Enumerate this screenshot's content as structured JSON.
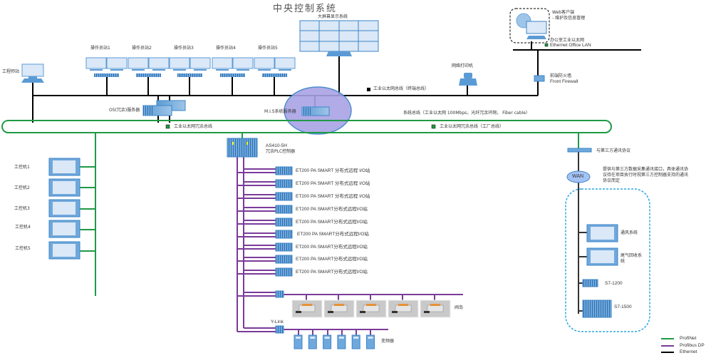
{
  "title": "中央控制系统",
  "colors": {
    "profinet": "#1f9a45",
    "profibus": "#7b3b9a",
    "ethernet": "#000000",
    "device_fill": "#6fa8dc",
    "device_light": "#dbe8f7",
    "device_stroke": "#3d85c6",
    "mis_highlight": "#a9a3e6",
    "wan_fill": "#a4c2f4",
    "dashed_cyan": "#29a8e0"
  },
  "big_screen": {
    "label": "大屏幕显示系统"
  },
  "engineer_station": {
    "label": "工程师站"
  },
  "operator_stations": [
    {
      "label": "操作员站1"
    },
    {
      "label": "操作员站2"
    },
    {
      "label": "操作员站3"
    },
    {
      "label": "操作员站4"
    },
    {
      "label": "操作员站5"
    }
  ],
  "web_client": {
    "line1": "Web客户端",
    "line2": "- 维护及信息管理"
  },
  "office_lan": {
    "line1": "办公室工业以太网",
    "line2": "Ethernet Office LAN"
  },
  "network_printer": {
    "label": "网络打印机"
  },
  "front_firewall": {
    "line1": "前端防火墙",
    "line2": "Front Firewall"
  },
  "terminal_bus": {
    "label": "工业以太网总线（终端总线）"
  },
  "os_server": {
    "label": "OS(冗余)服务器"
  },
  "mis_server": {
    "label": "M.I.S系统服务器"
  },
  "system_bus": {
    "description": "系统总线（工业以太网 100Mbps，光纤冗余环网， Fiber cable）",
    "left_label": "工业以太网冗余总线",
    "right_label": "工业以太网冗余总线（工厂总线）"
  },
  "plc": {
    "line1": "AS410-5H",
    "line2": "冗余PLC控制器"
  },
  "io_stations": [
    {
      "label": "ET200 PA SMART 分布式远程 I/O站"
    },
    {
      "label": "ET200 PA SMART 分布式远程 I/O站"
    },
    {
      "label": "ET200 PA SMART 分布式远程 I/O站"
    },
    {
      "label": "ET200 PA SMART分布式远程I/O站"
    },
    {
      "label": "ET200 PA SMART分布式远程I/O站"
    },
    {
      "label": "ET200 PA SMART分布式远程I/O站"
    },
    {
      "label": "ET200 PA SMART分布式远程I/O站"
    },
    {
      "label": "ET200 PA SMART分布式远程I/O站"
    },
    {
      "label": "ET200 PA SMART分布式远程I/O站"
    }
  ],
  "valves": {
    "label": "阀岛",
    "count": 5
  },
  "ylink": {
    "label": "Y-Link"
  },
  "drives": {
    "label": "变频器",
    "count": 6
  },
  "hmi_panels": [
    {
      "label": "工控机1"
    },
    {
      "label": "工控机2"
    },
    {
      "label": "工控机3"
    },
    {
      "label": "工控机4"
    },
    {
      "label": "工控机5"
    }
  ],
  "third_party": {
    "protocol_label": "与第三方通讯协议",
    "note_line1": "提供与第三方数据采集通讯接口，具体通讯协",
    "note_line2": "议待在项目执行时视第三方控制器支持的通讯",
    "note_line3": "协议而定",
    "wan_label": "WAN",
    "devices": [
      {
        "label": "通风系统"
      },
      {
        "label_line1": "尾气回收系",
        "label_line2": "统"
      },
      {
        "label": "S7-1200"
      },
      {
        "label": "S7-1500"
      }
    ]
  },
  "legend": [
    {
      "name": "ProfiNet",
      "color": "#1f9a45"
    },
    {
      "name": "Profibus DP",
      "color": "#7b3b9a"
    },
    {
      "name": "Ethernet",
      "color": "#000000"
    }
  ]
}
